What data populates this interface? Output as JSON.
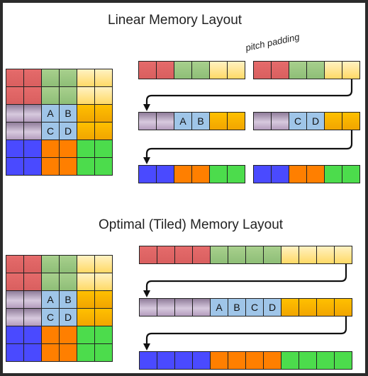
{
  "titles": {
    "linear": "Linear Memory Layout",
    "tiled": "Optimal (Tiled) Memory Layout",
    "pitch": "pitch padding"
  },
  "colors": {
    "red": "#e06666",
    "green": "#93c47d",
    "yellow": "#ffd966",
    "purple": "#a08aa8",
    "blue_light": "#9fc5e8",
    "orange_top": "#f1c232",
    "blue": "#4a4aff",
    "orange": "#ff7f00",
    "lime": "#4cdc4c",
    "outline": "#222222"
  },
  "grid": [
    [
      "red",
      "red",
      "green",
      "green",
      "yellow",
      "yellow"
    ],
    [
      "red",
      "red",
      "green",
      "green",
      "yellow",
      "yellow"
    ],
    [
      "purple",
      "purple",
      "blue_light",
      "blue_light",
      "orange_top",
      "orange_top"
    ],
    [
      "purple",
      "purple",
      "blue_light",
      "blue_light",
      "orange_top",
      "orange_top"
    ],
    [
      "blue",
      "blue",
      "orange",
      "orange",
      "lime",
      "lime"
    ],
    [
      "blue",
      "blue",
      "orange",
      "orange",
      "lime",
      "lime"
    ]
  ],
  "grid_labels": [
    [
      "",
      "",
      "",
      "",
      "",
      ""
    ],
    [
      "",
      "",
      "",
      "",
      "",
      ""
    ],
    [
      "",
      "",
      "A",
      "B",
      "",
      ""
    ],
    [
      "",
      "",
      "C",
      "D",
      "",
      ""
    ],
    [
      "",
      "",
      "",
      "",
      "",
      ""
    ],
    [
      "",
      "",
      "",
      "",
      "",
      ""
    ]
  ],
  "linear_rows": [
    {
      "left": [
        {
          "c": "red"
        },
        {
          "c": "red"
        },
        {
          "c": "green"
        },
        {
          "c": "green"
        },
        {
          "c": "yellow"
        },
        {
          "c": "yellow"
        }
      ],
      "right": [
        {
          "c": "red"
        },
        {
          "c": "red"
        },
        {
          "c": "green"
        },
        {
          "c": "green"
        },
        {
          "c": "yellow"
        },
        {
          "c": "yellow"
        }
      ]
    },
    {
      "left": [
        {
          "c": "purple"
        },
        {
          "c": "purple"
        },
        {
          "c": "blue_light",
          "t": "A"
        },
        {
          "c": "blue_light",
          "t": "B"
        },
        {
          "c": "orange_top"
        },
        {
          "c": "orange_top"
        }
      ],
      "right": [
        {
          "c": "purple"
        },
        {
          "c": "purple"
        },
        {
          "c": "blue_light",
          "t": "C"
        },
        {
          "c": "blue_light",
          "t": "D"
        },
        {
          "c": "orange_top"
        },
        {
          "c": "orange_top"
        }
      ]
    },
    {
      "left": [
        {
          "c": "blue"
        },
        {
          "c": "blue"
        },
        {
          "c": "orange"
        },
        {
          "c": "orange"
        },
        {
          "c": "lime"
        },
        {
          "c": "lime"
        }
      ],
      "right": [
        {
          "c": "blue"
        },
        {
          "c": "blue"
        },
        {
          "c": "orange"
        },
        {
          "c": "orange"
        },
        {
          "c": "lime"
        },
        {
          "c": "lime"
        }
      ]
    }
  ],
  "tiled_rows": [
    [
      {
        "c": "red"
      },
      {
        "c": "red"
      },
      {
        "c": "red"
      },
      {
        "c": "red"
      },
      {
        "c": "green"
      },
      {
        "c": "green"
      },
      {
        "c": "green"
      },
      {
        "c": "green"
      },
      {
        "c": "yellow"
      },
      {
        "c": "yellow"
      },
      {
        "c": "yellow"
      },
      {
        "c": "yellow"
      }
    ],
    [
      {
        "c": "purple"
      },
      {
        "c": "purple"
      },
      {
        "c": "purple"
      },
      {
        "c": "purple"
      },
      {
        "c": "blue_light",
        "t": "A"
      },
      {
        "c": "blue_light",
        "t": "B"
      },
      {
        "c": "blue_light",
        "t": "C"
      },
      {
        "c": "blue_light",
        "t": "D"
      },
      {
        "c": "orange_top"
      },
      {
        "c": "orange_top"
      },
      {
        "c": "orange_top"
      },
      {
        "c": "orange_top"
      }
    ],
    [
      {
        "c": "blue"
      },
      {
        "c": "blue"
      },
      {
        "c": "blue"
      },
      {
        "c": "blue"
      },
      {
        "c": "orange"
      },
      {
        "c": "orange"
      },
      {
        "c": "orange"
      },
      {
        "c": "orange"
      },
      {
        "c": "lime"
      },
      {
        "c": "lime"
      },
      {
        "c": "lime"
      },
      {
        "c": "lime"
      }
    ]
  ]
}
